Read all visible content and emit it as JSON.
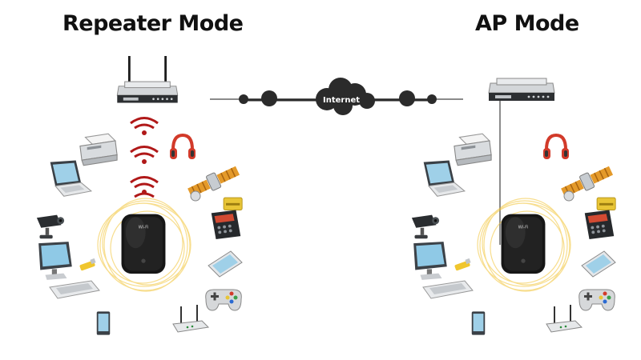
{
  "titles": {
    "left": "Repeater Mode",
    "right": "AP Mode"
  },
  "internet": {
    "label": "Internet"
  },
  "colors": {
    "title": "#111111",
    "signal_waves": "#b01818",
    "glow_ring": "#f2c230",
    "extender_body": "#161616",
    "network_line": "#2b2b2b"
  },
  "icons": {
    "devices": [
      "printer-icon",
      "headphones-icon",
      "laptop-icon",
      "satellite-icon",
      "card-terminal-icon",
      "camera-icon",
      "monitor-icon",
      "keyboard-icon",
      "tablet-icon",
      "gamepad-icon",
      "phone-icon",
      "router-icon"
    ]
  }
}
